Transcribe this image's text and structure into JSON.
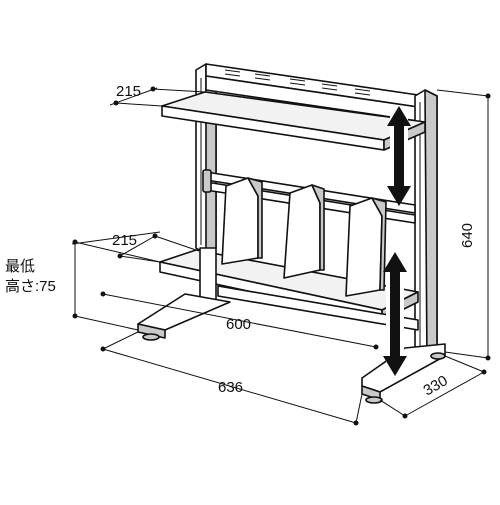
{
  "dimensions": {
    "shelf_depth_top": "215",
    "shelf_depth_bottom": "215",
    "inner_width": "600",
    "outer_width": "636",
    "height": "640",
    "depth": "330"
  },
  "min_height_label": {
    "line1": "最低",
    "line2": "高さ:75"
  },
  "colors": {
    "line": "#111111",
    "frame_fill": "#f2f2f2",
    "shade": "#c9c9c9"
  }
}
